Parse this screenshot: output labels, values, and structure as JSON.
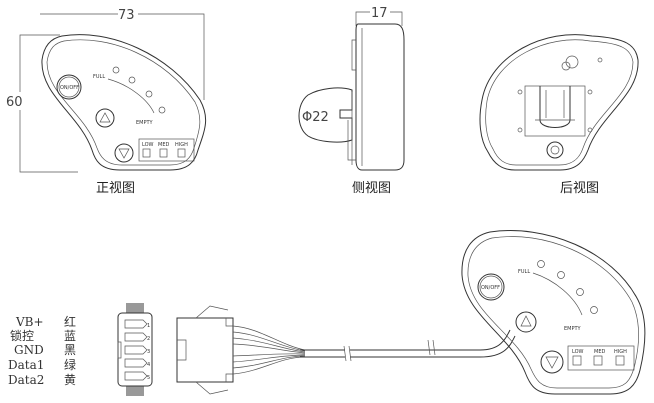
{
  "front_view": {
    "caption": "正视图",
    "width_dim": "73",
    "height_dim": "60",
    "on_off": "ON/OFF",
    "full": "FULL",
    "empty": "EMPTY",
    "modes": [
      "LOW",
      "MED",
      "HIGH"
    ]
  },
  "side_view": {
    "caption": "侧视图",
    "thickness_dim": "17",
    "diameter": "Φ22"
  },
  "back_view": {
    "caption": "后视图"
  },
  "wiring": {
    "pins": [
      {
        "signal": "VB+",
        "color": "红",
        "num": "1"
      },
      {
        "signal": "锁控",
        "color": "蓝",
        "num": "2"
      },
      {
        "signal": "GND",
        "color": "黑",
        "num": "3"
      },
      {
        "signal": "Data1",
        "color": "绿",
        "num": "4"
      },
      {
        "signal": "Data2",
        "color": "黄",
        "num": "5"
      }
    ]
  }
}
